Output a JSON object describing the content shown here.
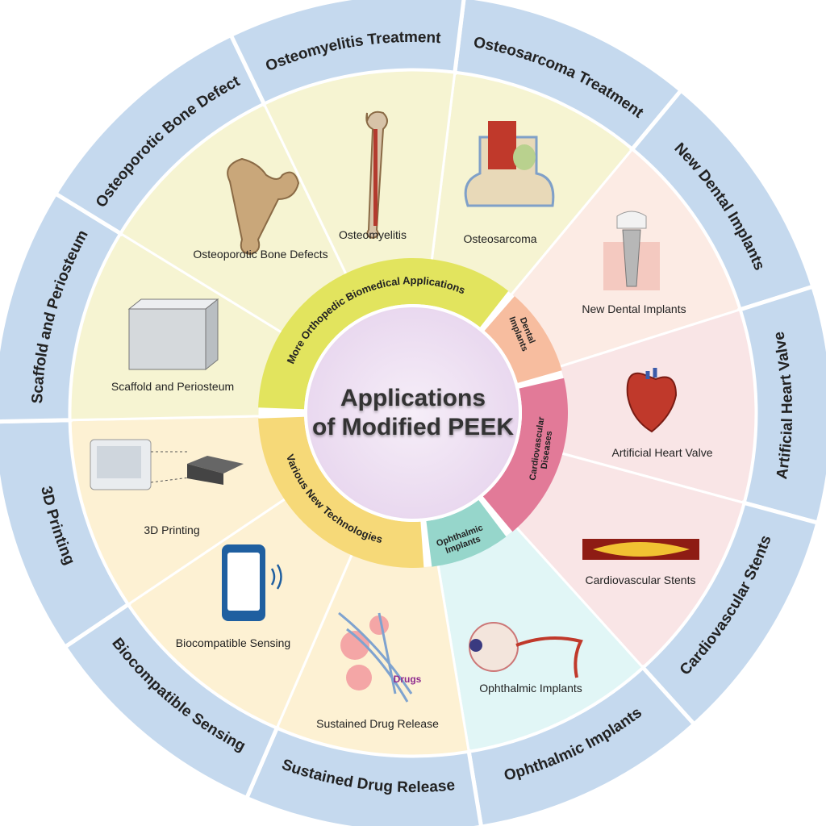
{
  "title_line1": "Applications",
  "title_line2": "of Modified PEEK",
  "categories": {
    "orthopedic": {
      "label": "More Orthopedic Biomedical Applications",
      "color": "#e2e45e"
    },
    "dental": {
      "label_line1": "Dental",
      "label_line2": "Implants",
      "color": "#f7bd9f"
    },
    "cardio": {
      "label_line1": "Cardiovascular",
      "label_line2": "Diseases",
      "color": "#e27a98"
    },
    "ophthalmic": {
      "label_line1": "Ophthalmic",
      "label_line2": "Implants",
      "color": "#96d6cb"
    },
    "technologies": {
      "label": "Various New Technologies",
      "color": "#f6d978"
    }
  },
  "sectors": [
    {
      "outer": "Osteosarcoma Treatment",
      "inner": "Osteosarcoma",
      "fill": "#f6f4d2"
    },
    {
      "outer": "New Dental Implants",
      "inner": "New Dental Implants",
      "fill": "#fcebe4"
    },
    {
      "outer": "Artificial Heart Valve",
      "inner": "Artificial Heart Valve",
      "fill": "#f9e5e6"
    },
    {
      "outer": "Cardiovascular Stents",
      "inner": "Cardiovascular Stents",
      "fill": "#f9e5e6"
    },
    {
      "outer": "Ophthalmic Implants",
      "inner": "Ophthalmic Implants",
      "fill": "#e1f6f6"
    },
    {
      "outer": "Sustained Drug Release",
      "inner": "Sustained Drug Release",
      "fill": "#fdf1d3"
    },
    {
      "outer": "Biocompatible Sensing",
      "inner": "Biocompatible Sensing",
      "fill": "#fdf1d3"
    },
    {
      "outer": "3D Printing",
      "inner": "3D Printing",
      "fill": "#fdf1d3"
    },
    {
      "outer": "Scaffold and Periosteum",
      "inner": "Scaffold and Periosteum",
      "fill": "#f6f4d2"
    },
    {
      "outer": "Osteoporotic Bone Defect",
      "inner": "Osteoporotic Bone Defects",
      "fill": "#f6f4d2"
    },
    {
      "outer": "Osteomyelitis Treatment",
      "inner": "Osteomyelitis",
      "fill": "#f6f4d2"
    }
  ],
  "drugs_label": "Drugs",
  "ring_color": "#c5d9ee"
}
